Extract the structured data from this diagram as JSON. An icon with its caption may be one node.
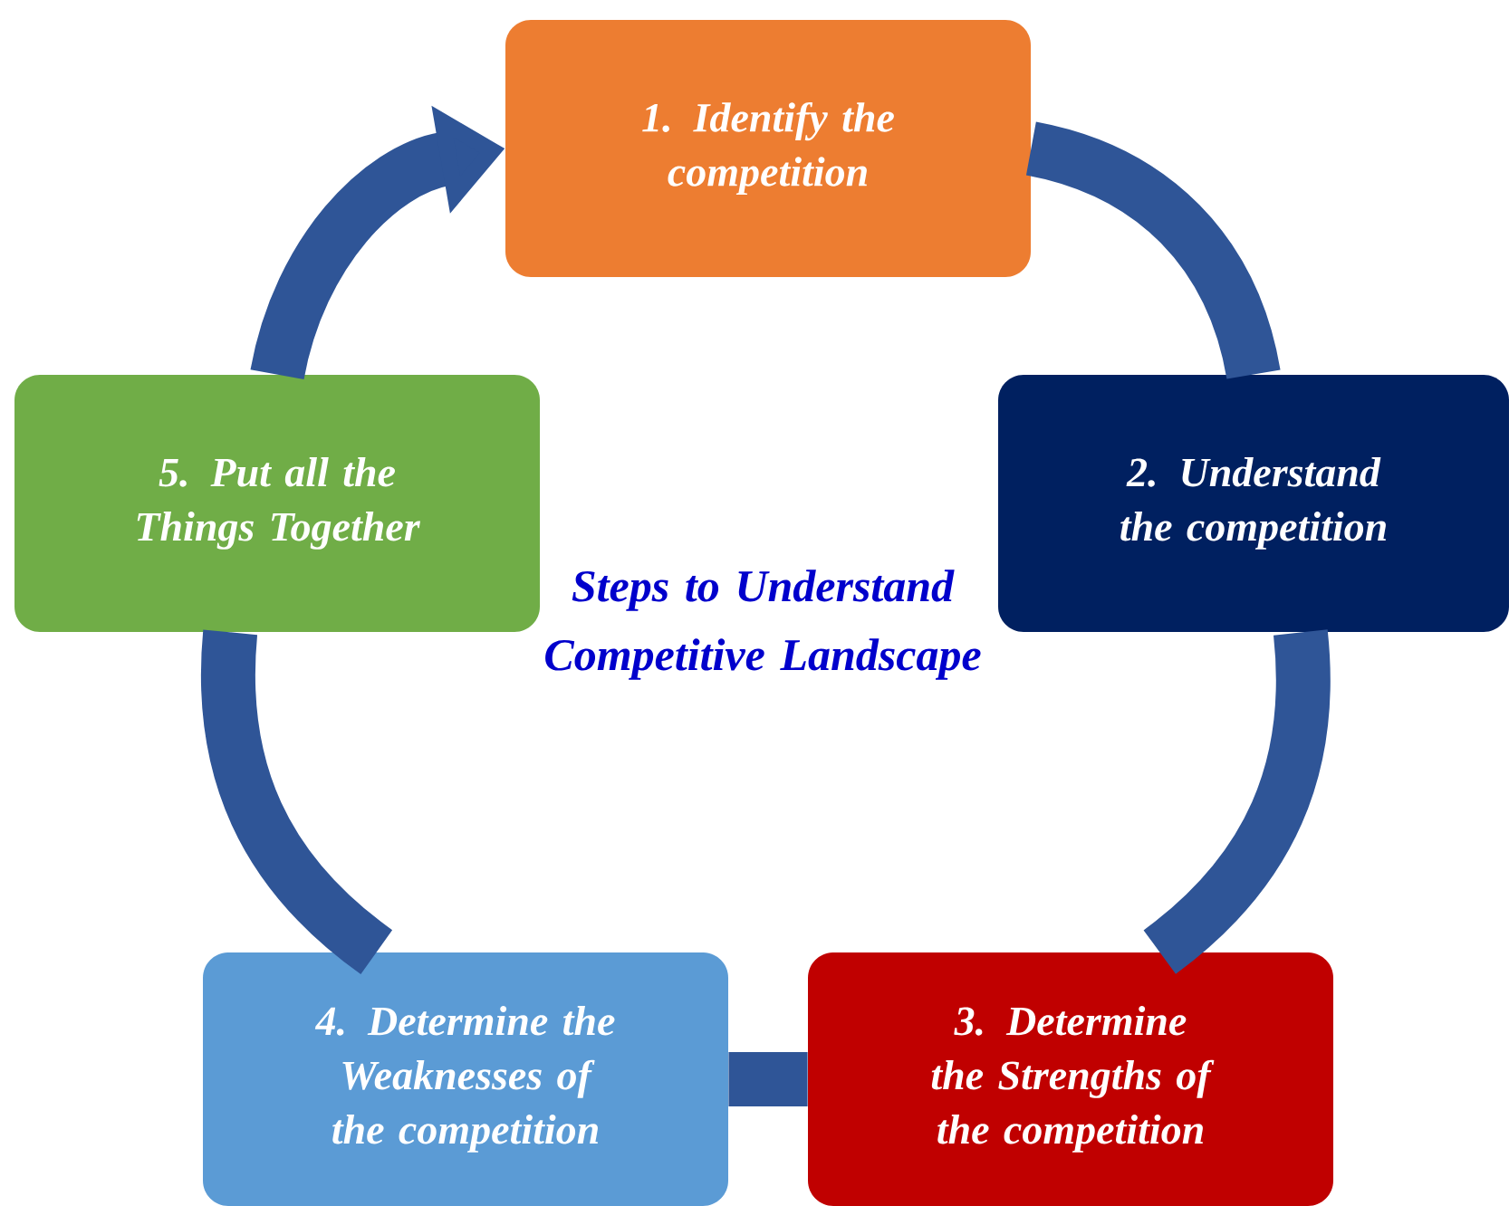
{
  "diagram": {
    "title": "Steps to Understand Competitive Landscape",
    "nodes": [
      {
        "text": [
          "1. Identify the competition"
        ]
      },
      {
        "text": [
          "2. Understand the competition"
        ]
      },
      {
        "text": [
          "3. Determine the Strengths of the competition"
        ]
      },
      {
        "text": [
          "4. Determine the Weaknesses of the competition"
        ]
      },
      {
        "text": [
          "5. Put all the Things Together"
        ]
      }
    ],
    "edges": [
      {
        "from": 0,
        "to": 1,
        "arrow": "none"
      },
      {
        "from": 1,
        "to": 2,
        "arrow": "none"
      },
      {
        "from": 2,
        "to": 3,
        "arrow": "none"
      },
      {
        "from": 3,
        "to": 4,
        "arrow": "none"
      },
      {
        "from": 4,
        "to": 0,
        "arrow": "to"
      }
    ]
  }
}
